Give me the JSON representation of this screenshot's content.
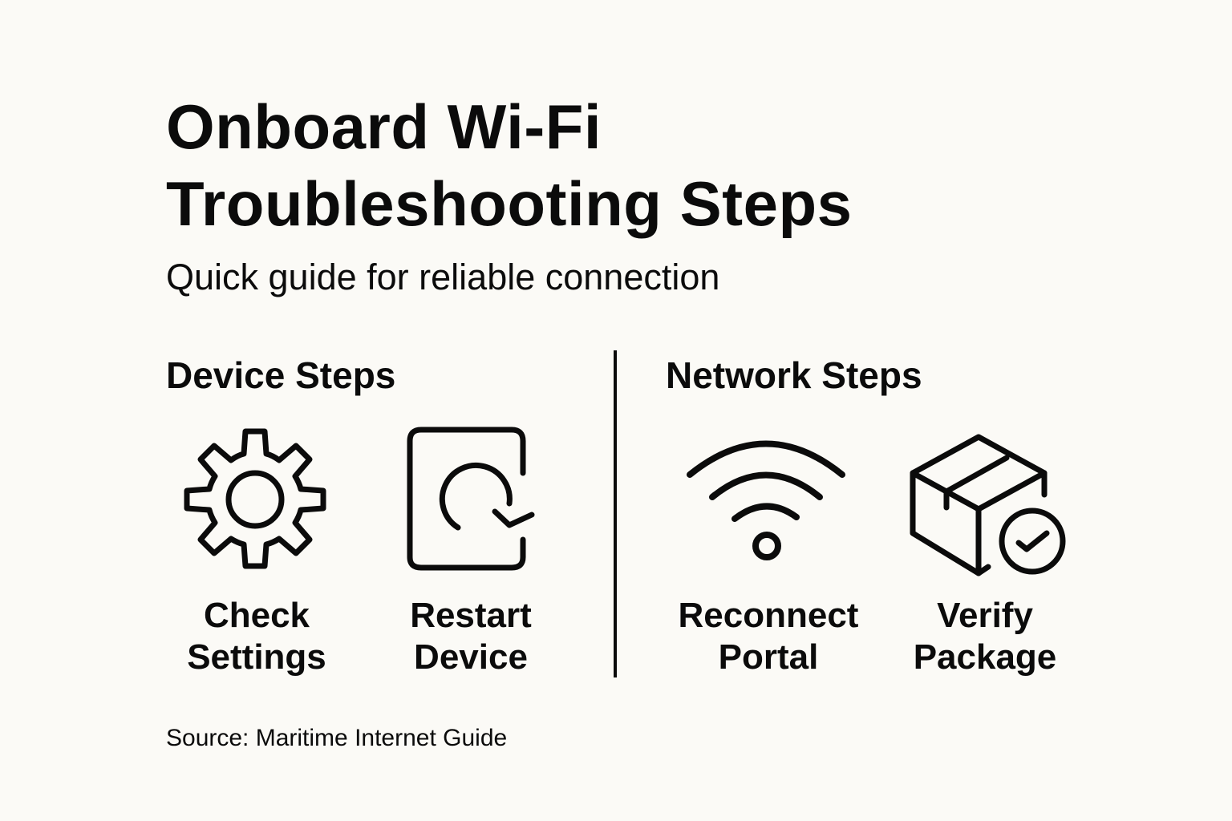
{
  "header": {
    "title_line1": "Onboard Wi-Fi",
    "title_line2": "Troubleshooting Steps",
    "subtitle": "Quick guide for reliable connection"
  },
  "sections": [
    {
      "title": "Device Steps",
      "steps": [
        {
          "icon": "gear-icon",
          "line1": "Check",
          "line2": "Settings"
        },
        {
          "icon": "restart-device-icon",
          "line1": "Restart",
          "line2": "Device"
        }
      ]
    },
    {
      "title": "Network Steps",
      "steps": [
        {
          "icon": "wifi-icon",
          "line1": "Reconnect",
          "line2": "Portal"
        },
        {
          "icon": "package-check-icon",
          "line1": "Verify",
          "line2": "Package"
        }
      ]
    }
  ],
  "footer": {
    "source": "Source: Maritime Internet Guide"
  },
  "colors": {
    "background": "#fbfaf6",
    "ink": "#0b0b0b"
  }
}
